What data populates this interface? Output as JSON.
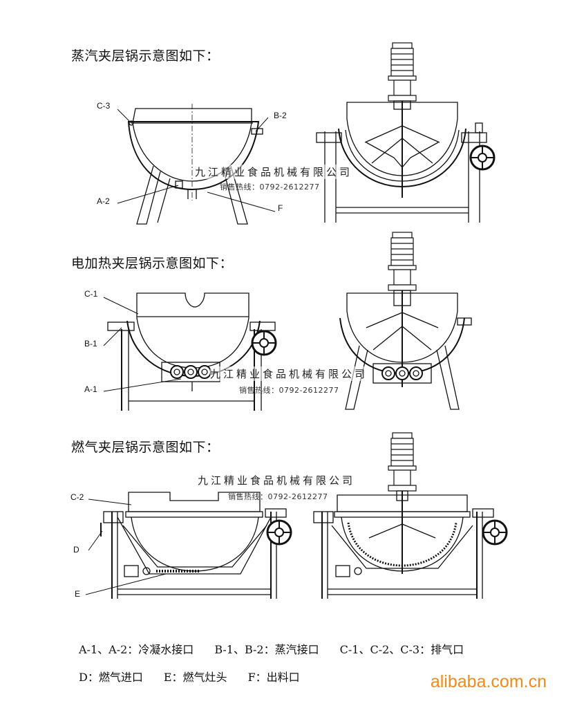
{
  "titles": {
    "steam": "蒸汽夹层锅示意图如下：",
    "electric": "电加热夹层锅示意图如下：",
    "gas": "燃气夹层锅示意图如下："
  },
  "labels": {
    "c3": "C-3",
    "b2": "B-2",
    "a2": "A-2",
    "f": "F",
    "c1": "C-1",
    "b1": "B-1",
    "a1": "A-1",
    "c2": "C-2",
    "d": "D",
    "e": "E"
  },
  "watermark": {
    "company": "九江精业食品机械有限公司",
    "phone": "销售热线：0792-2612277"
  },
  "legend": {
    "row1": {
      "a_codes": "A-1、A-2：",
      "a_text": "冷凝水接口",
      "b_codes": "B-1、B-2：",
      "b_text": "蒸汽接口",
      "c_codes": "C-1、C-2、C-3：",
      "c_text": "排气口"
    },
    "row2": {
      "d_code": "D：",
      "d_text": "燃气进口",
      "e_code": "E：",
      "e_text": "燃气灶头",
      "f_code": "F：",
      "f_text": "出料口"
    }
  },
  "logo": "alibaba.com.cn"
}
